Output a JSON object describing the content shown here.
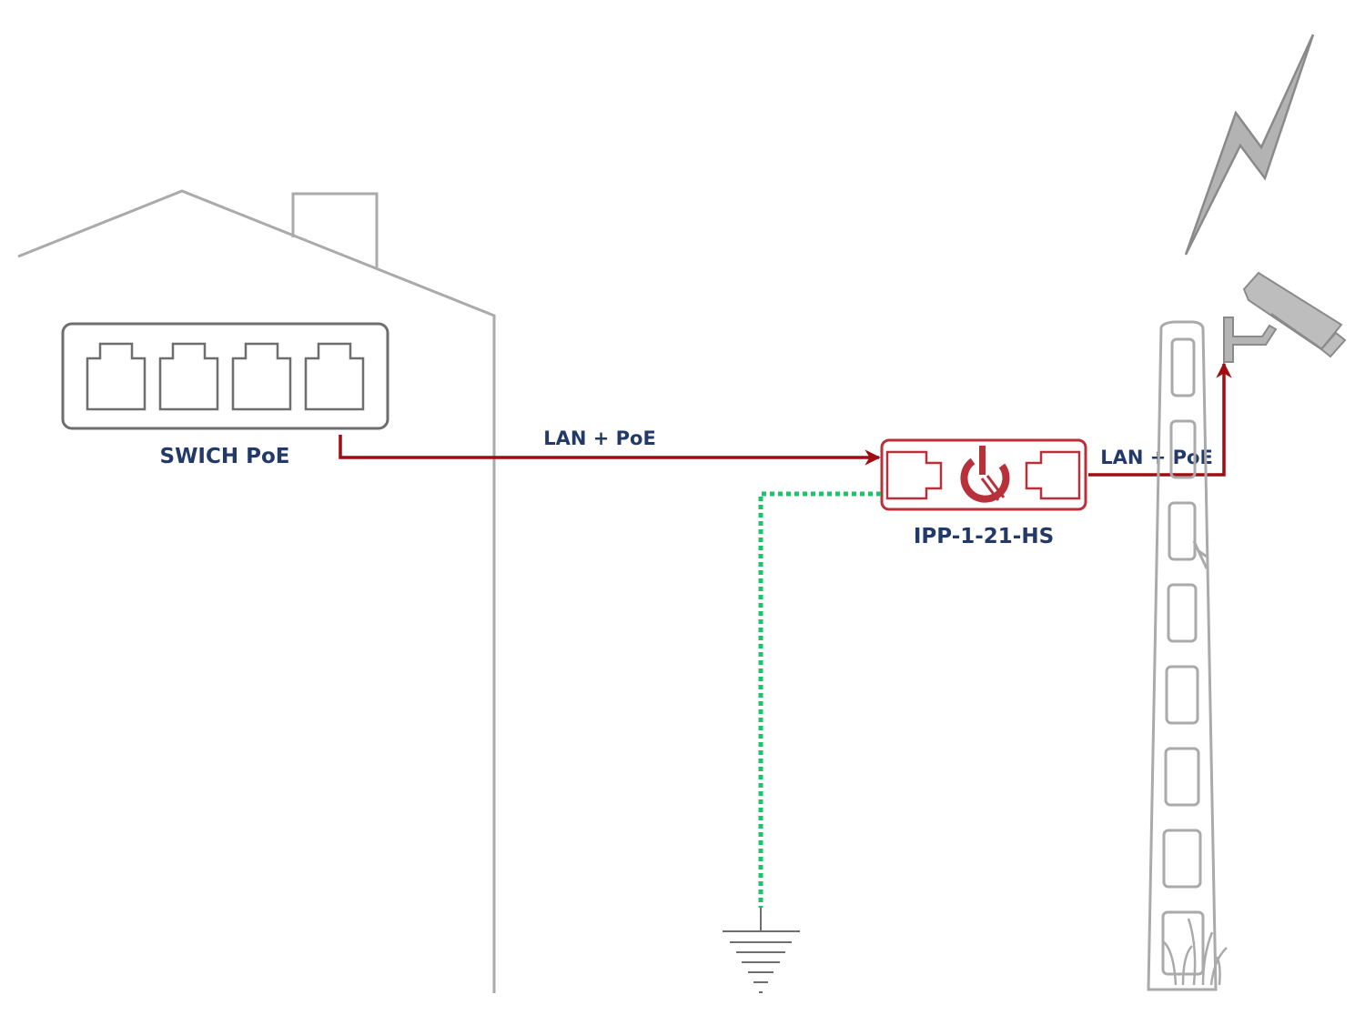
{
  "labels": {
    "switch": "SWICH PoE",
    "cable_in": "LAN + PoE",
    "device": "IPP-1-21-HS",
    "cable_out": "LAN + PoE"
  },
  "colors": {
    "outline_gray": "#aaaaaa",
    "switch_gray": "#6e6e6e",
    "cable_red": "#a10c12",
    "device_red": "#b8303a",
    "ground_green": "#1fc36a",
    "label_navy": "#233a68",
    "camera_gray": "#9a9a9a"
  },
  "icons": {
    "switch_ports": [
      "rj45-port-icon",
      "rj45-port-icon",
      "rj45-port-icon",
      "rj45-port-icon"
    ],
    "device_logo": "power-surge-logo-icon",
    "weather": "lightning-bolt-icon",
    "camera": "cctv-camera-icon",
    "earth": "ground-symbol-icon"
  }
}
